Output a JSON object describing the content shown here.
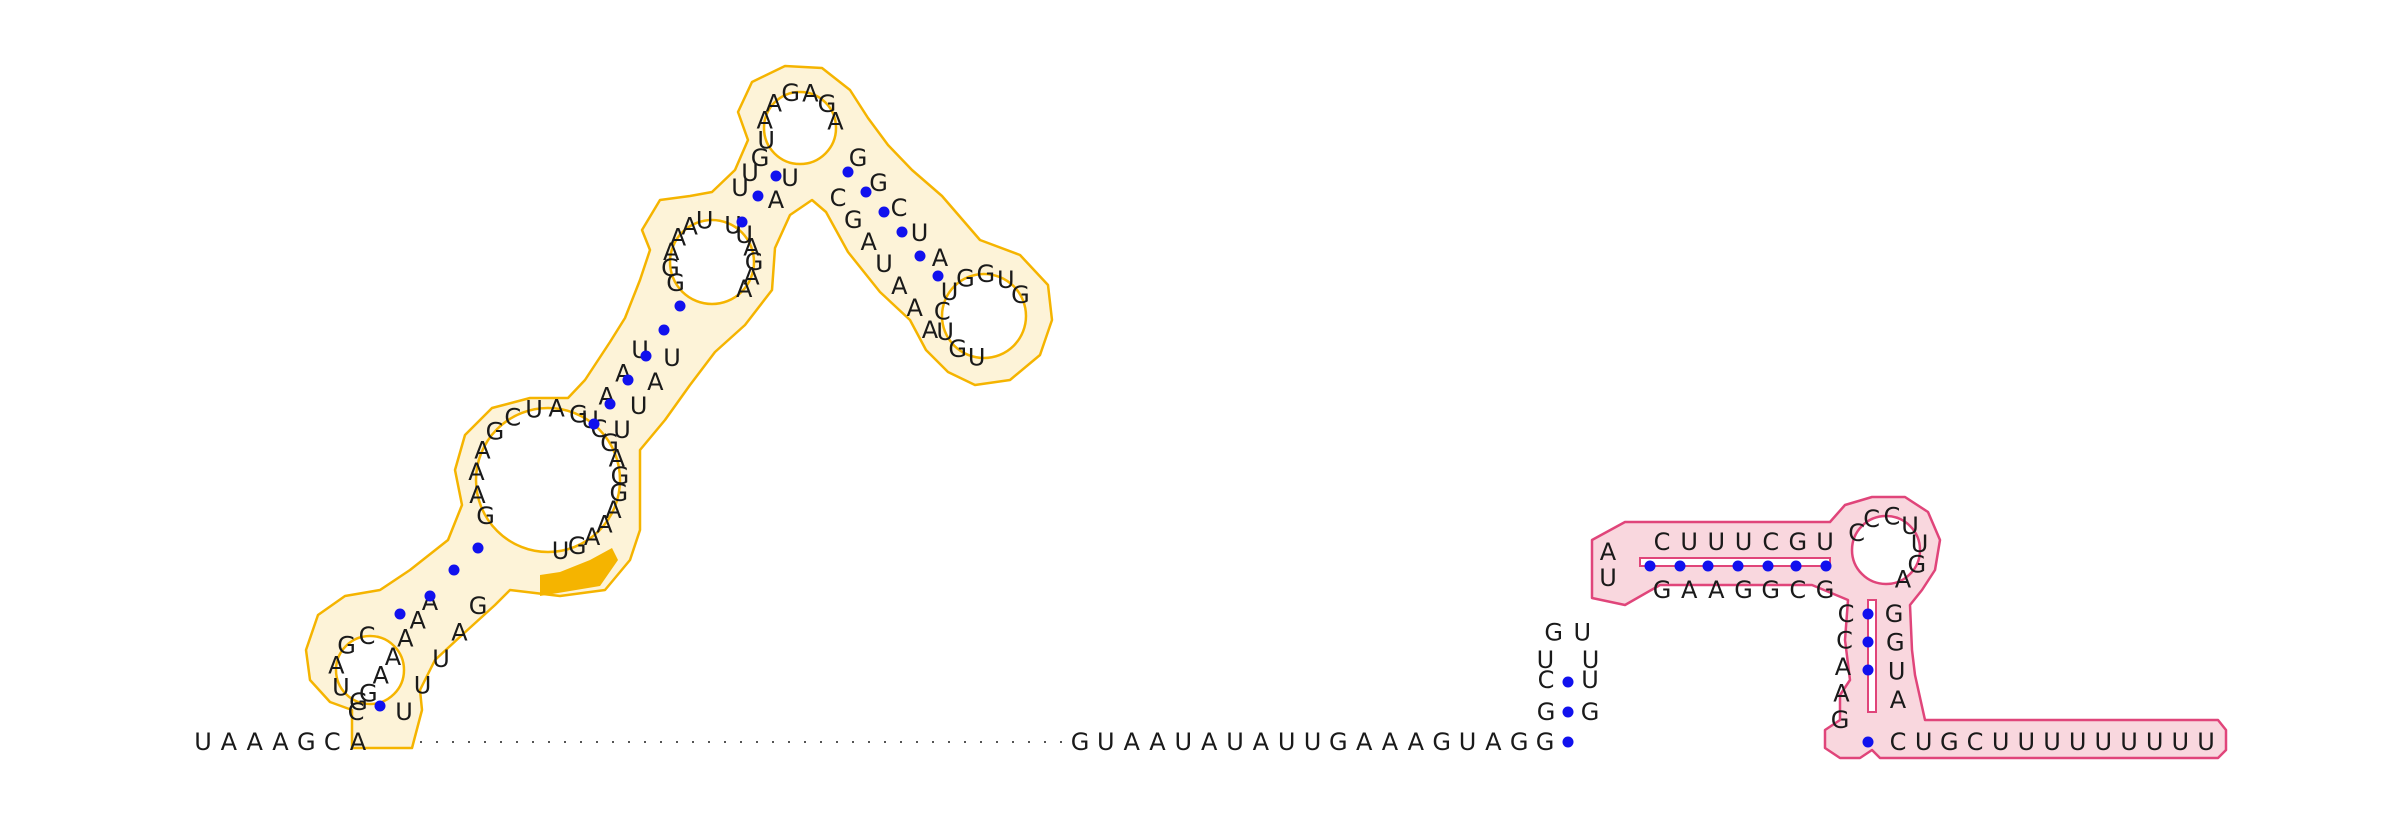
{
  "colors": {
    "outline_domain_1": "#f5b400",
    "fill_domain_1": "#fdf3d8",
    "highlight_domain_1": "#f5b400",
    "outline_domain_2": "#e0457a",
    "fill_domain_2": "#f9d7de",
    "base_pair_dot": "#1111ee",
    "connector": "#555555"
  },
  "sequence": {
    "five_prime_flank": "UAAAGCA",
    "unresolved_gap_marker": "...",
    "middle_segment": "GUAAUAUAUUGAAAGUAGG",
    "terminal_tail": "CUGCUUUUUUUUU"
  },
  "domain_1": {
    "stem_1_left": "CGAAAAA",
    "stem_1_right": "UUUAG",
    "loop_1": "GUAGC",
    "internal_loop_left": "GAAAGCUAG",
    "internal_loop_right": "CGAGGAAAGU",
    "stem_2_left": "UAAU",
    "stem_2_right": "UUAU",
    "bulge_left": "GGAAAU",
    "bulge_right": "UUAGAA",
    "stem_3_left": "UUG",
    "stem_3_right": "AU",
    "hairpin_loop": "UAAGAGA",
    "stem_4_left": "GGCUA",
    "stem_4_right": "CGAUAAA",
    "terminal_loop": "UGUCUGGUG"
  },
  "domain_2": {
    "stem_left": "CUUUCGU",
    "stem_right": "GAAGGCG",
    "loop_left": "AU",
    "stem_lower_left": "CCAAG",
    "stem_lower_right": "GGUA",
    "apex_loop": "CCCUUGA"
  },
  "small_hairpin": {
    "stem_left": "GC",
    "stem_right": "GU",
    "loop": "UGUU"
  }
}
